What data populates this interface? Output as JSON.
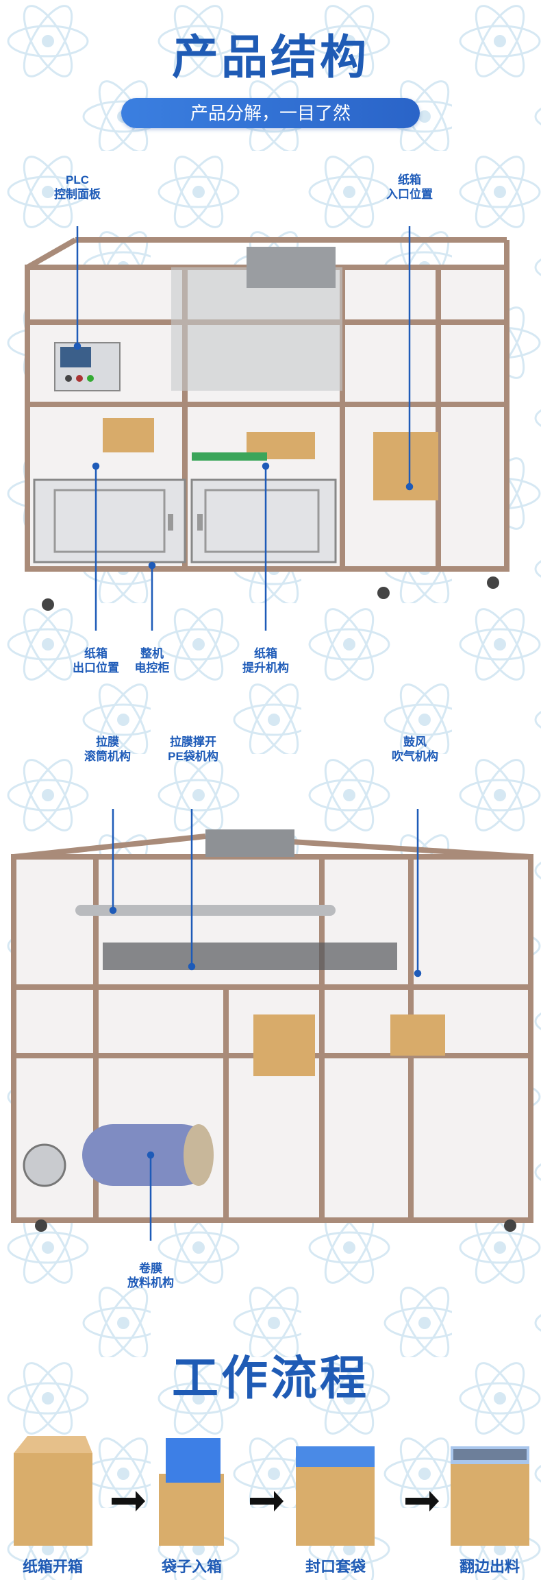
{
  "section1": {
    "title": "产品结构",
    "subtitle": "产品分解，一目了然"
  },
  "machine1": {
    "callouts": {
      "plc": "PLC\n控制面板",
      "entry": "纸箱\n入口位置",
      "exit": "纸箱\n出口位置",
      "cabinet": "整机\n电控柜",
      "lift": "纸箱\n提升机构"
    }
  },
  "machine2": {
    "callouts": {
      "roller": "拉膜\n滚筒机构",
      "opener": "拉膜撑开\nPE袋机构",
      "blower": "鼓风\n吹气机构",
      "unwind": "卷膜\n放料机构"
    }
  },
  "section2": {
    "title": "工作流程",
    "steps": [
      "纸箱开箱",
      "袋子入箱",
      "封口套袋",
      "翻边出料"
    ]
  },
  "colors": {
    "accent": "#1f5bb5",
    "frame": "#b99c8a",
    "carton": "#d8ab6a",
    "bag": "#3d7fe6"
  }
}
